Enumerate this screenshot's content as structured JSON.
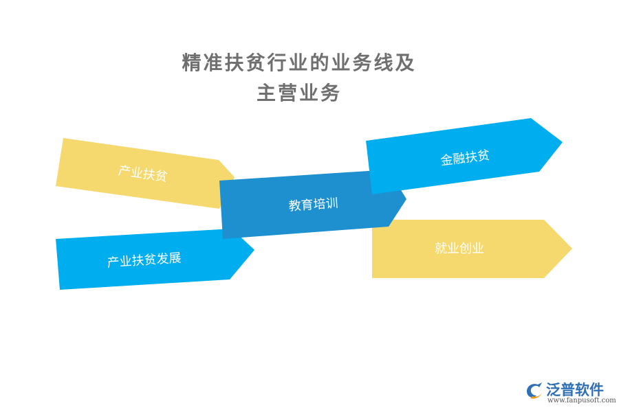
{
  "title": {
    "line1": "精准扶贫行业的业务线及",
    "line2": "主营业务"
  },
  "arrows": {
    "industry_poverty": "产业扶贫",
    "industry_development": "产业扶贫发展",
    "education_training": "教育培训",
    "financial_poverty": "金融扶贫",
    "employment_startup": "就业创业"
  },
  "colors": {
    "yellow": "#f5d86e",
    "light_blue": "#00adee",
    "mid_blue": "#1e90cf",
    "title_gray": "#6f6f6f",
    "brand_blue": "#2f6fb5",
    "brand_orange": "#f39a1e"
  },
  "logo": {
    "name": "泛普软件",
    "url": "www.fanpusoft.com"
  }
}
